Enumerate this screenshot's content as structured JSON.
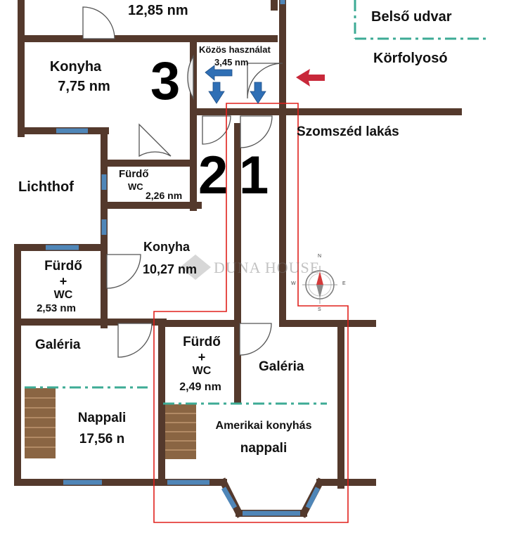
{
  "rooms": {
    "top_area": "12,85 nm",
    "courtyard": "Belső udvar",
    "corridor": "Körfolyosó",
    "kitchen3_name": "Konyha",
    "kitchen3_area": "7,75 nm",
    "shared_name": "Közös használat",
    "shared_area": "3,45 nm",
    "neighbor": "Szomszéd lakás",
    "bath_small_name": "Fürdő",
    "bath_small_wc": "WC",
    "bath_small_area": "2,26 nm",
    "lichthof": "Lichthof",
    "kitchen1_name": "Konyha",
    "kitchen1_area": "10,27 nm",
    "bath_left_name": "Fürdő",
    "bath_left_plus": "+",
    "bath_left_wc": "WC",
    "bath_left_area": "2,53 nm",
    "gallery_left": "Galéria",
    "living_name": "Nappali",
    "living_area": "17,56 n",
    "bath_mid_name": "Fürdő",
    "bath_mid_plus": "+",
    "bath_mid_wc": "WC",
    "bath_mid_area": "2,49 nm",
    "gallery_right": "Galéria",
    "american_line1": "Amerikai konyhás",
    "american_line2": "nappali"
  },
  "unit_numbers": {
    "unit3": "3",
    "unit2": "2",
    "unit1": "1"
  },
  "watermark": "DUNA HOUSE",
  "compass": {
    "n": "N",
    "s": "S",
    "e": "E",
    "w": "W"
  },
  "colors": {
    "wall": "#54392c",
    "window": "#4f86b8",
    "dash": "#3dab95",
    "highlight": "#e0201c",
    "entry_arrow": "#c8283a",
    "blue_arrow": "#2f6fb5",
    "stairs": "#8a6543"
  }
}
